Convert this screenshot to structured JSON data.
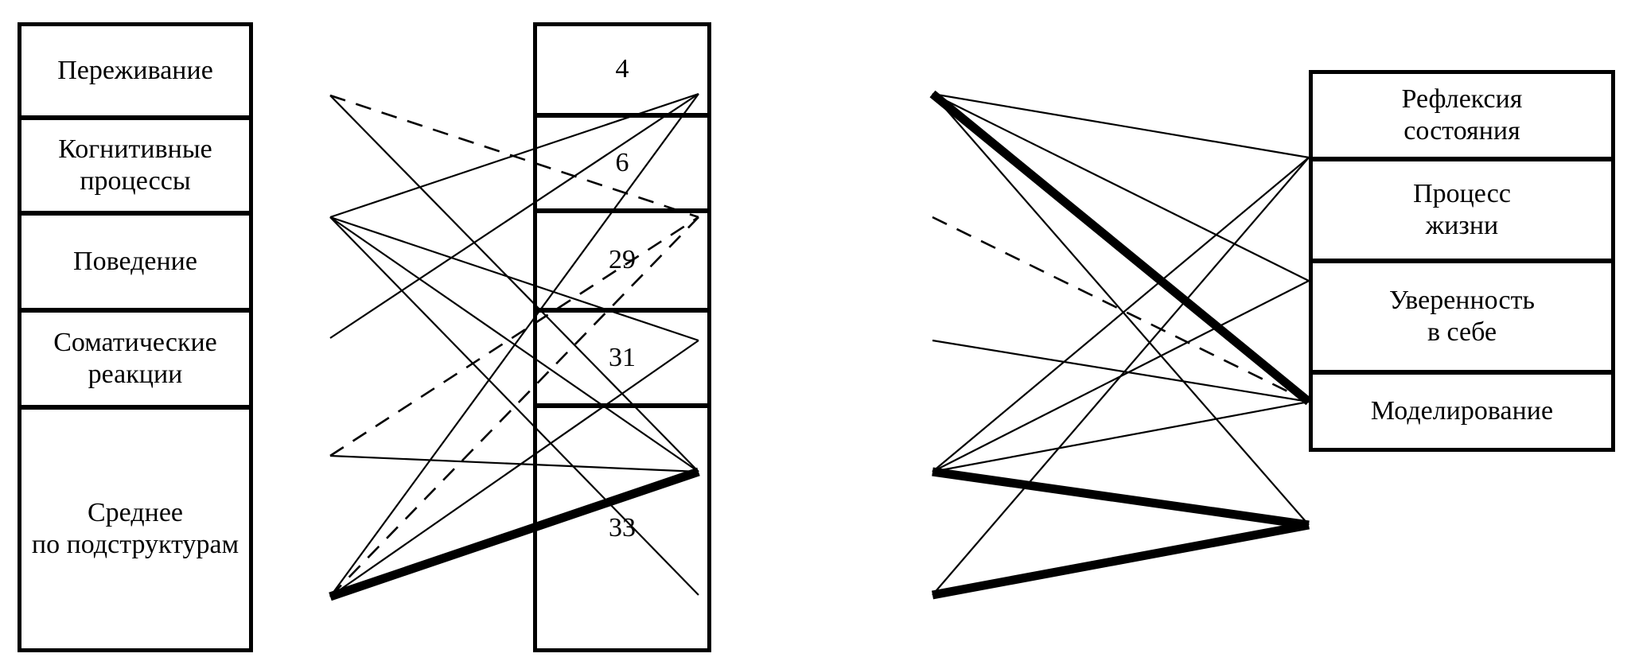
{
  "diagram": {
    "title": "",
    "type": "tripartite-correlation-diagram",
    "colors": {
      "stroke": "#000000",
      "fill": "#ffffff"
    }
  },
  "left_column": {
    "name": "psychological-substructures",
    "items": [
      {
        "id": "perezhivanie",
        "label": "Переживание"
      },
      {
        "id": "kognitivnye",
        "label": "Когнитивные\nпроцессы"
      },
      {
        "id": "povedenie",
        "label": "Поведение"
      },
      {
        "id": "somaticheskie",
        "label": "Соматические\nреакции"
      },
      {
        "id": "srednee",
        "label": "Среднее\nпо подструктурам"
      }
    ]
  },
  "middle_column": {
    "name": "scale-numbers",
    "items": [
      {
        "id": "n4",
        "label": "4"
      },
      {
        "id": "n6",
        "label": "6"
      },
      {
        "id": "n29",
        "label": "29"
      },
      {
        "id": "n31",
        "label": "31"
      },
      {
        "id": "n33",
        "label": "33"
      }
    ]
  },
  "right_column": {
    "name": "self-regulation-components",
    "items": [
      {
        "id": "refleksiya",
        "label": "Рефлексия\nсостояния"
      },
      {
        "id": "process",
        "label": "Процесс\nжизни"
      },
      {
        "id": "uverennost",
        "label": "Уверенность\nв себе"
      },
      {
        "id": "modelirovanie",
        "label": "Моделирование"
      }
    ]
  },
  "chart_data": {
    "type": "diagram",
    "title": "",
    "node_groups": {
      "left": [
        "Переживание",
        "Когнитивные процессы",
        "Поведение",
        "Соматические реакции",
        "Среднее по подструктурам"
      ],
      "middle": [
        "4",
        "6",
        "29",
        "31",
        "33"
      ],
      "right": [
        "Рефлексия состояния",
        "Процесс жизни",
        "Уверенность в себе",
        "Моделирование"
      ]
    },
    "edge_styles": {
      "thin": "solid thin line",
      "thick": "solid bold line",
      "dashed": "dashed line"
    },
    "edges_left_to_middle": [
      {
        "from": "Переживание",
        "to": "31",
        "style": "thin"
      },
      {
        "from": "Переживание",
        "to": "6",
        "style": "dashed"
      },
      {
        "from": "Когнитивные процессы",
        "to": "4",
        "style": "thin"
      },
      {
        "from": "Когнитивные процессы",
        "to": "29",
        "style": "thin"
      },
      {
        "from": "Когнитивные процессы",
        "to": "31",
        "style": "thin"
      },
      {
        "from": "Когнитивные процессы",
        "to": "33",
        "style": "thin"
      },
      {
        "from": "Поведение",
        "to": "4",
        "style": "thin"
      },
      {
        "from": "Соматические реакции",
        "to": "31",
        "style": "thin"
      },
      {
        "from": "Соматические реакции",
        "to": "6",
        "style": "dashed"
      },
      {
        "from": "Среднее по подструктурам",
        "to": "31",
        "style": "thick"
      },
      {
        "from": "Среднее по подструктурам",
        "to": "4",
        "style": "thin"
      },
      {
        "from": "Среднее по подструктурам",
        "to": "29",
        "style": "thin"
      },
      {
        "from": "Среднее по подструктурам",
        "to": "6",
        "style": "dashed"
      }
    ],
    "edges_middle_to_right": [
      {
        "from": "4",
        "to": "Уверенность в себе",
        "style": "thick"
      },
      {
        "from": "4",
        "to": "Рефлексия состояния",
        "style": "thin"
      },
      {
        "from": "4",
        "to": "Процесс жизни",
        "style": "thin"
      },
      {
        "from": "4",
        "to": "Моделирование",
        "style": "thin"
      },
      {
        "from": "6",
        "to": "Уверенность в себе",
        "style": "dashed"
      },
      {
        "from": "29",
        "to": "Уверенность в себе",
        "style": "thin"
      },
      {
        "from": "31",
        "to": "Моделирование",
        "style": "thick"
      },
      {
        "from": "31",
        "to": "Рефлексия состояния",
        "style": "thin"
      },
      {
        "from": "31",
        "to": "Процесс жизни",
        "style": "thin"
      },
      {
        "from": "31",
        "to": "Уверенность в себе",
        "style": "thin"
      },
      {
        "from": "33",
        "to": "Моделирование",
        "style": "thick"
      },
      {
        "from": "33",
        "to": "Рефлексия состояния",
        "style": "thin"
      }
    ]
  }
}
